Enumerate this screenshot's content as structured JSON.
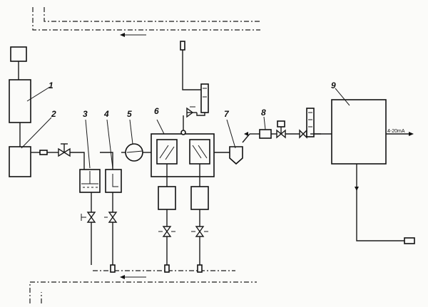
{
  "diagram": {
    "callouts": [
      "1",
      "2",
      "3",
      "4",
      "5",
      "6",
      "7",
      "8",
      "9"
    ],
    "output_signal": "4-20mA"
  }
}
